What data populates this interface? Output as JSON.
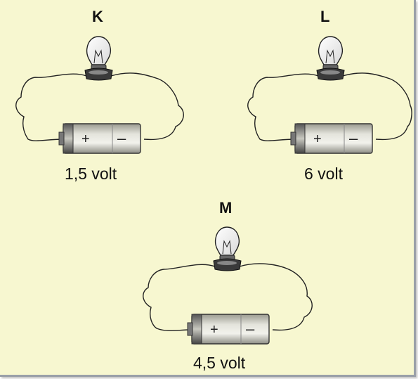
{
  "circuits": [
    {
      "letter": "K",
      "voltage": "1,5 volt"
    },
    {
      "letter": "L",
      "voltage": "6 volt"
    },
    {
      "letter": "M",
      "voltage": "4,5 volt"
    }
  ],
  "battery": {
    "plus": "+",
    "minus": "–"
  },
  "colors": {
    "background": "#f7f7d0",
    "wire": "#222222",
    "frame": "#9aa0a8"
  }
}
